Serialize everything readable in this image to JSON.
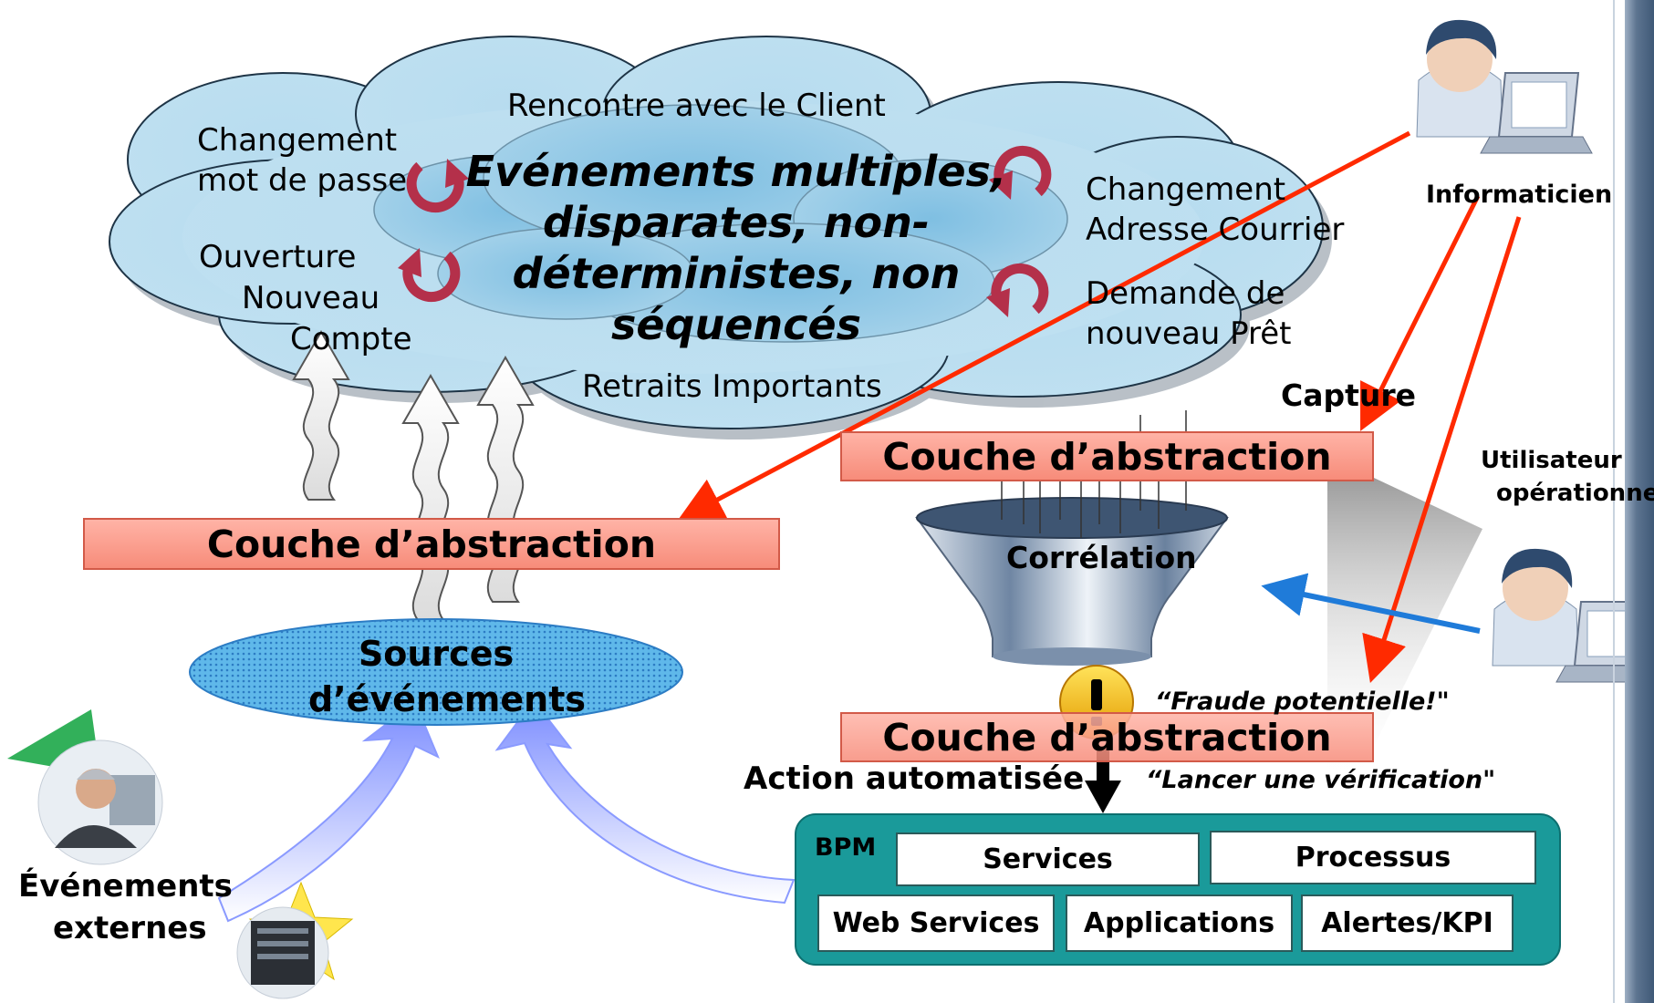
{
  "cloud": {
    "title": "Evénements multiples, disparates, non-déterministes, non séquencés",
    "events": {
      "client": "Rencontre avec le Client",
      "password_l1": "Changement",
      "password_l2": "mot de passe",
      "account_l1": "Ouverture",
      "account_l2": "Nouveau",
      "account_l3": "Compte",
      "address_l1": "Changement",
      "address_l2": "Adresse Courrier",
      "loan_l1": "Demande de",
      "loan_l2": "nouveau Prêt",
      "withdrawals": "Retraits Importants"
    }
  },
  "layers": {
    "left": "Couche d’abstraction",
    "right_top": "Couche d’abstraction",
    "right_bottom": "Couche d’abstraction"
  },
  "labels": {
    "capture": "Capture",
    "correlation": "Corrélation",
    "sources": "Sources d’événements",
    "external_l1": "Événements",
    "external_l2": "externes",
    "informaticien": "Informaticien",
    "operational_l1": "Utilisateur",
    "operational_l2": "opérationnel",
    "fraud": "“Fraude potentielle!\"",
    "action": "Action automatisée",
    "verify": "“Lancer une vérification\""
  },
  "bpm": {
    "title": "BPM",
    "services": "Services",
    "processus": "Processus",
    "web_services": "Web Services",
    "applications": "Applications",
    "alertes": "Alertes/KPI"
  },
  "icons": {
    "cycle": "cycle-arrow-icon",
    "user": "user-laptop-icon",
    "warning": "warning-icon",
    "person": "businessman-icon",
    "server": "server-icon"
  },
  "colors": {
    "cloud_fill": "#c7e3f2",
    "cloud_core": "#a9d3ea",
    "layer_fill": "#f99c8b",
    "red_arrow": "#ff2a00",
    "blue_arrow": "#1f7bd9",
    "bpm_fill": "#1a9a9a",
    "cycle": "#b4304a"
  }
}
